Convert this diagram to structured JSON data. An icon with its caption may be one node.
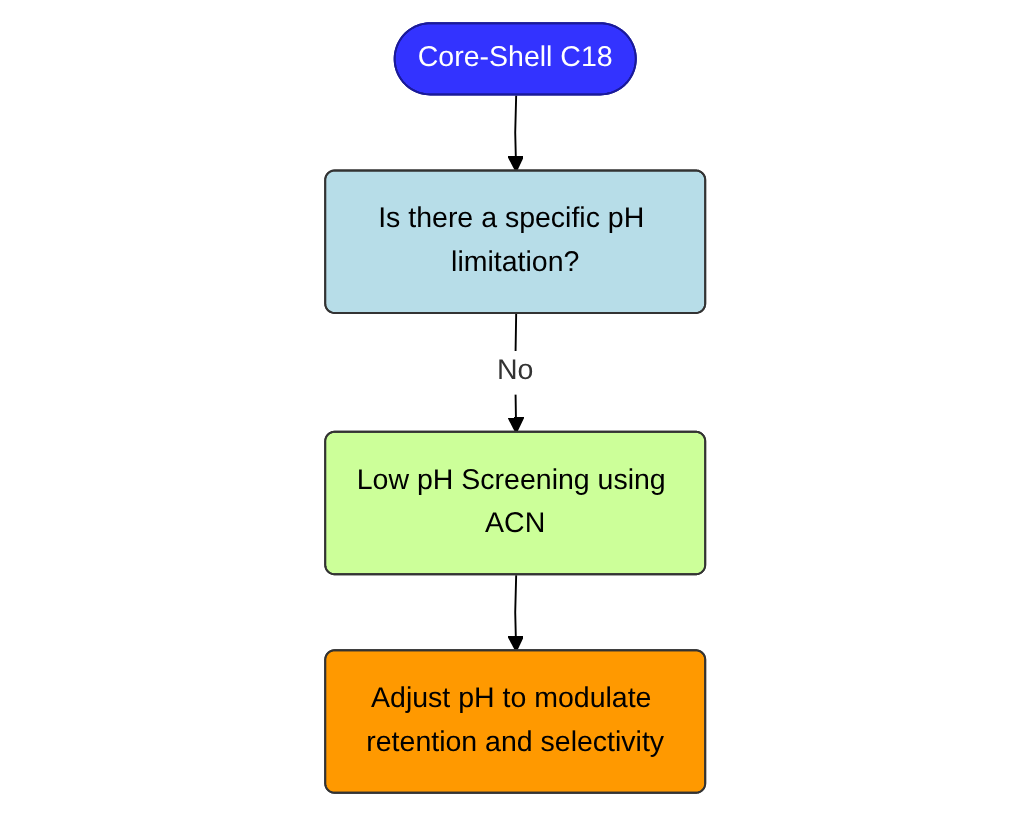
{
  "diagram": {
    "nodes": [
      {
        "text": [
          "Core-Shell C18"
        ]
      },
      {
        "text": [
          "Is there a specific pH limitation?"
        ]
      },
      {
        "text": [
          "Low pH Screening using ACN"
        ]
      },
      {
        "text": [
          "Adjust pH to modulate retention and selectivity"
        ]
      }
    ],
    "edges": [
      {
        "from": 0,
        "to": 1,
        "arrow": "to"
      },
      {
        "from": 1,
        "to": 2,
        "arrow": "to",
        "label": "No"
      },
      {
        "from": 2,
        "to": 3,
        "arrow": "to"
      }
    ]
  }
}
